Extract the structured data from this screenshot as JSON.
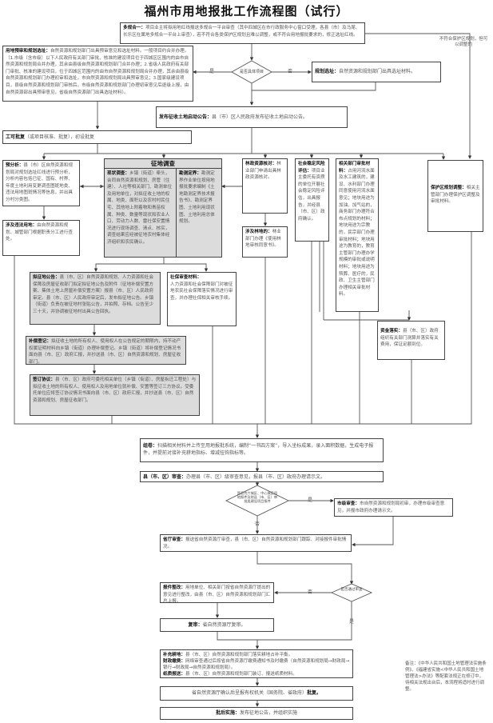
{
  "title": "福州市用地报批工作流程图（试行）",
  "duoguiheyi": {
    "label": "多规合一：",
    "text": "项目业主将拟用地红线报送多规合一平台审查（其中四城区在市行政服务中心窗口受理，各县（市）及马尾、长乐区在属地多规合一平台上审查），若不符合各类保护区规划且难以调整，或不符合用地报批要求的，修正选址红线。"
  },
  "side_note": "不符合保护区规划，但可以调整的",
  "yushen": {
    "label": "用地预审和规划选址：",
    "text": "自然资源和规划部门出具预审意见和选址材料。一般项目约合并办理。（1.市级（含市级）以下人民政府有关部门审批、核准的建设项目位于四城区区围内的由市自然资源和规划局合并办理，其余由县级自然资源和规划部门合并办理；2.省级人民政府有关部门审批、核准的建设项目，位于四城区范围内的由市自然资源和规划局合并办理，其余由县级自然资源和规划部门办理初审和选址，市自然资源和规划局出具预审意见；3.国家级建设项目，县级自然资源和规划部门审核后，市级自然资源和规划部门办理初审意见后逐级上报，由自然资源部出具预审意见，省级自然资源部门出具选址材料）。"
  },
  "diamond1": {
    "text": "是否具体项目",
    "yes": "是",
    "no": "否"
  },
  "guihua": {
    "label": "规划选址：",
    "text": "自然资源和规划部门出具选址材料。"
  },
  "gonggao_start": {
    "label": "发布征收土地启动公告：",
    "text": "县（市）区人民政府发布征收土地启动公告。"
  },
  "gongke": {
    "label": "工可批复",
    "text": "（或项目核准、批复），初设批复"
  },
  "yufenxi": {
    "label": "预分析：",
    "text": "县（市）区自然资源和规划局对规划选址红线进行预分析，分析内容包括已征、国有、村界、年度土地利用变更调查图斑地类、违法用地图斑情况等信息，并出具分村分类图。"
  },
  "weifa": {
    "label": "涉及违法用地：",
    "text": "由自然资源和规划、城管部门根据职责分工进行查处。"
  },
  "zhengdi": {
    "header": "征地调查",
    "xianzhuang": {
      "label": "现状调查：",
      "text": "乡镇（街道）牵头，会同自然资源和规划、房管（住建）、人社等相关部门、勘测单位及用地单位，对拟征收土地的权属、地类、面积以及农村村民住宅、其他地上附着物和青苗权属、种类、数量等现状和农业人口、劳动力人数、雷社保安置情况进行现场调查、清点、核实，调查结果应经被征地农村集体经济组织和农民确认。"
    },
    "kance": {
      "label": "勘测定界：",
      "text": "勘测定界作业单位按用地报批要求编制《土地勘测定界技术报告书》、勘测定界图、土地利用现状图、土地利用总体规划。"
    }
  },
  "linzheng": {
    "label": "林政资源核对：",
    "text": "林业部门申请出具林政资源核对。"
  },
  "lindi": {
    "label": "涉及林地的：",
    "text": "林业部门办理《使用林地审核同意书》。"
  },
  "wending": {
    "label": "社会稳定风险评估：",
    "text": "项目业主委托有资质的单位开展社会稳定风险评估，出具报告，并经县（市、区）政府确认。"
  },
  "xiangguan": {
    "label": "相关部门审批材料：",
    "text": "占用河流水面及水工建筑的，建设、水利部门办理同意使用河流水面意见；地块用途为加油、加气站的，商务部门办理符合布点规划的材料；地块用途为宗教的，民宗部门办理审批材料；地块用途为教育的，教育主管部门办理办学规模的审批或说明材料；地块用途为殡葬、医疗的，民政、卫生主管部门办理相关审批材料。"
  },
  "baohuqu": {
    "label": "保护区规划调整：",
    "text": "相关主管部门办理保护区调整及审批材料。"
  },
  "nizhengdi": {
    "label": "拟征地公告：",
    "text": "县（市、区）自然资源和规划、人力资源和社会保障及房屋征收部门拟定拟征地公告及附件（征地补偿安置方案、集体土地上房屋补偿安置方案）报县（市、区）人民政府审定。县（市、区）人民政府审定后，发布拟征地公告。乡镇（街道）负责在被征地村张贴公告，并拍照、存档。公告至少三十天，并协调被征地村出具公告回执。"
  },
  "shebao": {
    "label": "社保审查材料：",
    "text": "人力资源和社会保障部门对被征地农民社会保障落实情况进行审查，并办理社保相关审核手续。"
  },
  "buchang": {
    "label": "补偿登记：",
    "text": "拟征收土地的所有权人、使用权人在公告规定的期限内，持不动产权属证明材料向乡镇（街道）办理补偿登记。乡镇（街道）将补偿登记情况书面向县（市、区）政府汇报，并抄送县（市、区）自然资源和规划、房屋征收部门。"
  },
  "xieyi": {
    "label": "签订协议：",
    "text": "县（市、区）政府可委托相关单位（乡镇（街道）、房屋拆迁工程处）与拟征收土地的所有权人、使用权人及用地单位就补偿、安置等签订三方协议。受委托单位应将签订协议情况书面向县（市、区）政府汇报，并抄送县（市、区）自然资源和规划、房屋征收部门。"
  },
  "zijin": {
    "label": "资金落实：",
    "text": "县（市、区）政府组织有关部门测算并落实有关费用，保证足额到位。"
  },
  "zujuan": {
    "label": "组卷：",
    "text": "扫描相关材料并上传至用地报批系统，编制“一书四方案”，导入坐标成果，录入面积数据，生成电子报件，并提前对接补充耕地指标、增减挂钩指标等。"
  },
  "xianshen": {
    "label": "县（市、区）审查：",
    "text": "办理县（市、区）级审查意见，报县（市、区）政府办理请示文。"
  },
  "diamond2": {
    "text": "是否为六城区、中心城区用地报件及除县（市、区）审批类建设项目报件",
    "yes": "是",
    "no": "否"
  },
  "shiji": {
    "label": "市级审查：",
    "text": "市自然资源和规划局初审，办理市级审查意见，并报市政府办理请示文。"
  },
  "shengting": {
    "label": "省厅审查：",
    "text": "报送省自然资源厅审查，县（市、区）自然资源和规划部门跟踪、对接报件审批情况。"
  },
  "diamond3": {
    "text": "是否通过审查",
    "yes": "是",
    "no": "否"
  },
  "zhenggai": {
    "label": "报件整改：",
    "text": "用地单位、相关部门按省自然资源厅提出的意见进行整改，由县（市、区）自然资源和规划部门汇总上报。"
  },
  "fushen": {
    "label": "复审：",
    "text": "省自然资源厅复审。"
  },
  "buchong": {
    "l1": "补充耕地：",
    "t1": "县（市、区）自然资源和规划部门落实耕地占补平衡。",
    "l2": "财政缴费：",
    "t2": "网络审查通过后按省自然资源厅缴费通知书及时缴费（自然资源和规划局→财政局→银行→财政局→自然资源和规划局）。",
    "l3": "纸质报送：",
    "t3": "县（市、区）自然资源和规划部门装订、报送纸质材料。"
  },
  "pifu": {
    "text": "省自然资源厅确认后呈报有权机关（国务院、省政府）",
    "label": "批复。"
  },
  "pihou": {
    "label": "批后实施：",
    "text": "发布征地公告，并组织实施"
  },
  "beizhu": "备注：《中华人民共和国土地管理法实施条例》、《福建省实施<中华人民共和国土地管理法>办法》等配套法规正在修订中，待相关法规出台后，本流程将适时进行调整。"
}
